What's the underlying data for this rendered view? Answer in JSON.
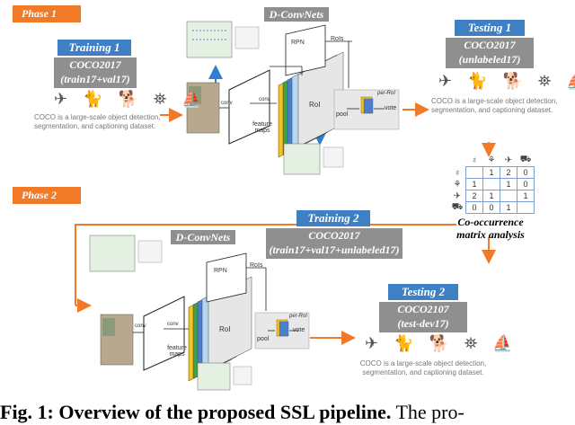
{
  "phase1": {
    "tag": "Phase 1"
  },
  "phase2": {
    "tag": "Phase 2"
  },
  "training1": {
    "title": "Training 1",
    "dataset_line1": "COCO2017",
    "dataset_line2": "(train17+val17)"
  },
  "testing1": {
    "title": "Testing 1",
    "dataset_line1": "COCO2017",
    "dataset_line2": "(unlabeled17)"
  },
  "training2": {
    "title": "Training 2",
    "dataset_line1": "COCO2017",
    "dataset_line2": "(train17+val17+unlabeled17)"
  },
  "testing2": {
    "title": "Testing 2",
    "dataset_line1": "COCO2107",
    "dataset_line2": "(test-dev17)"
  },
  "network": {
    "name": "D-ConvNets",
    "rpn": "RPN",
    "rois": "RoIs",
    "roi": "RoI",
    "per_roi": "per-RoI",
    "pool": "pool",
    "vote": "vote",
    "conv": "conv",
    "feature_maps": "feature maps"
  },
  "coco_desc": "COCO is a large-scale object detection, segmentation, and captioning dataset.",
  "matrix": {
    "caption_line1": "Co-occurrence",
    "caption_line2": "matrix analysis",
    "headers": [
      "♁",
      "⚘",
      "✈",
      "⛟"
    ],
    "rows": [
      [
        "",
        "1",
        "2",
        "0"
      ],
      [
        "1",
        "",
        "1",
        "0"
      ],
      [
        "2",
        "1",
        "",
        "1"
      ],
      [
        "0",
        "0",
        "1",
        ""
      ]
    ]
  },
  "icon_names": [
    "airplane-icon",
    "cat-icon",
    "dog-icon",
    "hydrant-icon",
    "boat-icon"
  ],
  "icon_glyphs": "✈ 🐈 🐕 ⛯ ⛵",
  "caption": {
    "bold": "Fig. 1: Overview of the proposed SSL pipeline.",
    "rest": " The pro-"
  },
  "colors": {
    "orange": "#f07a28",
    "blue": "#3f7fc4",
    "gray": "#8f8f8f"
  }
}
